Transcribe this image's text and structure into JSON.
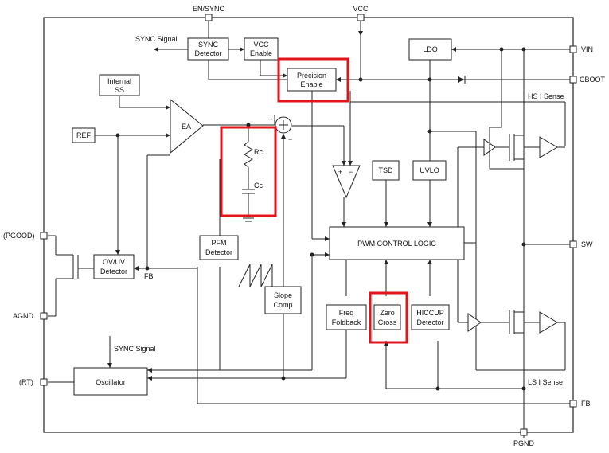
{
  "pins": {
    "en_sync": "EN/SYNC",
    "vcc": "VCC",
    "vin": "VIN",
    "cboot": "CBOOT",
    "sw": "SW",
    "fb_right": "FB",
    "pgnd": "PGND",
    "pgood": "(PGOOD)",
    "agnd": "AGND",
    "rt": "(RT)"
  },
  "signals": {
    "sync_signal_top": "SYNC Signal",
    "sync_signal_bottom": "SYNC Signal",
    "hs_i_sense": "HS I Sense",
    "ls_i_sense": "LS I Sense",
    "fb_mid": "FB"
  },
  "blocks": {
    "sync_detector": [
      "SYNC",
      "Detector"
    ],
    "vcc_enable": [
      "VCC",
      "Enable"
    ],
    "ldo": [
      "LDO"
    ],
    "precision_enable": [
      "Precision",
      "Enable"
    ],
    "internal_ss": [
      "Internal",
      "SS"
    ],
    "ea": [
      "EA"
    ],
    "ref": [
      "REF"
    ],
    "tsd": [
      "TSD"
    ],
    "uvlo": [
      "UVLO"
    ],
    "pwm_control_logic": [
      "PWM CONTROL LOGIC"
    ],
    "ov_uv_detector": [
      "OV/UV",
      "Detector"
    ],
    "pfm_detector": [
      "PFM",
      "Detector"
    ],
    "slope_comp": [
      "Slope",
      "Comp"
    ],
    "freq_foldback": [
      "Freq",
      "Foldback"
    ],
    "zero_cross": [
      "Zero",
      "Cross"
    ],
    "hiccup_detector": [
      "HICCUP",
      "Detector"
    ],
    "oscillator": [
      "Oscillator"
    ]
  },
  "components": {
    "rc": "Rc",
    "cc": "Cc",
    "sum_plus": "+",
    "sum_minus": "−",
    "comp_plus": "+",
    "comp_minus": "−"
  },
  "colors": {
    "highlight": "#e3141b",
    "line": "#222222"
  }
}
